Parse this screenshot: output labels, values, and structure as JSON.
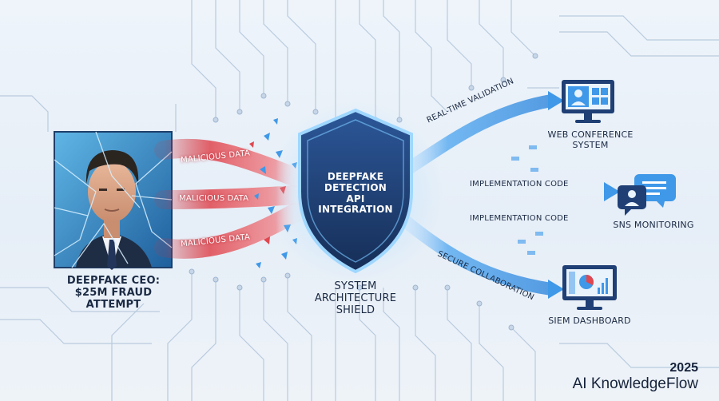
{
  "source": {
    "label": "DEEPFAKE CEO: $25M FRAUD ATTEMPT",
    "icon": "ceo-portrait-icon"
  },
  "threats": [
    {
      "label": "MALICIOUS DATA"
    },
    {
      "label": "MALICIOUS DATA"
    },
    {
      "label": "MALICIOUS DATA"
    }
  ],
  "shield": {
    "title": "DEEPFAKE DETECTION API INTEGRATION",
    "caption": "SYSTEM ARCHITECTURE SHIELD",
    "icon": "shield-icon"
  },
  "flows": [
    {
      "label": "REAL-TIME VALIDATION"
    },
    {
      "label": "IMPLEMENTATION CODE"
    },
    {
      "label": "IMPLEMENTATION CODE"
    },
    {
      "label": "SECURE COLLABORATION"
    }
  ],
  "targets": [
    {
      "label": "WEB CONFERENCE SYSTEM",
      "icon": "web-conference-icon"
    },
    {
      "label": "SNS MONITORING",
      "icon": "chat-bubbles-icon"
    },
    {
      "label": "SIEM DASHBOARD",
      "icon": "dashboard-icon"
    }
  ],
  "credit": {
    "year": "2025",
    "brand": "AI KnowledgeFlow"
  },
  "colors": {
    "threat": "#e0474f",
    "flow": "#3f98e8",
    "shield": "#1f3f75",
    "circuit": "#b4c6dc",
    "text": "#1b2a44"
  }
}
